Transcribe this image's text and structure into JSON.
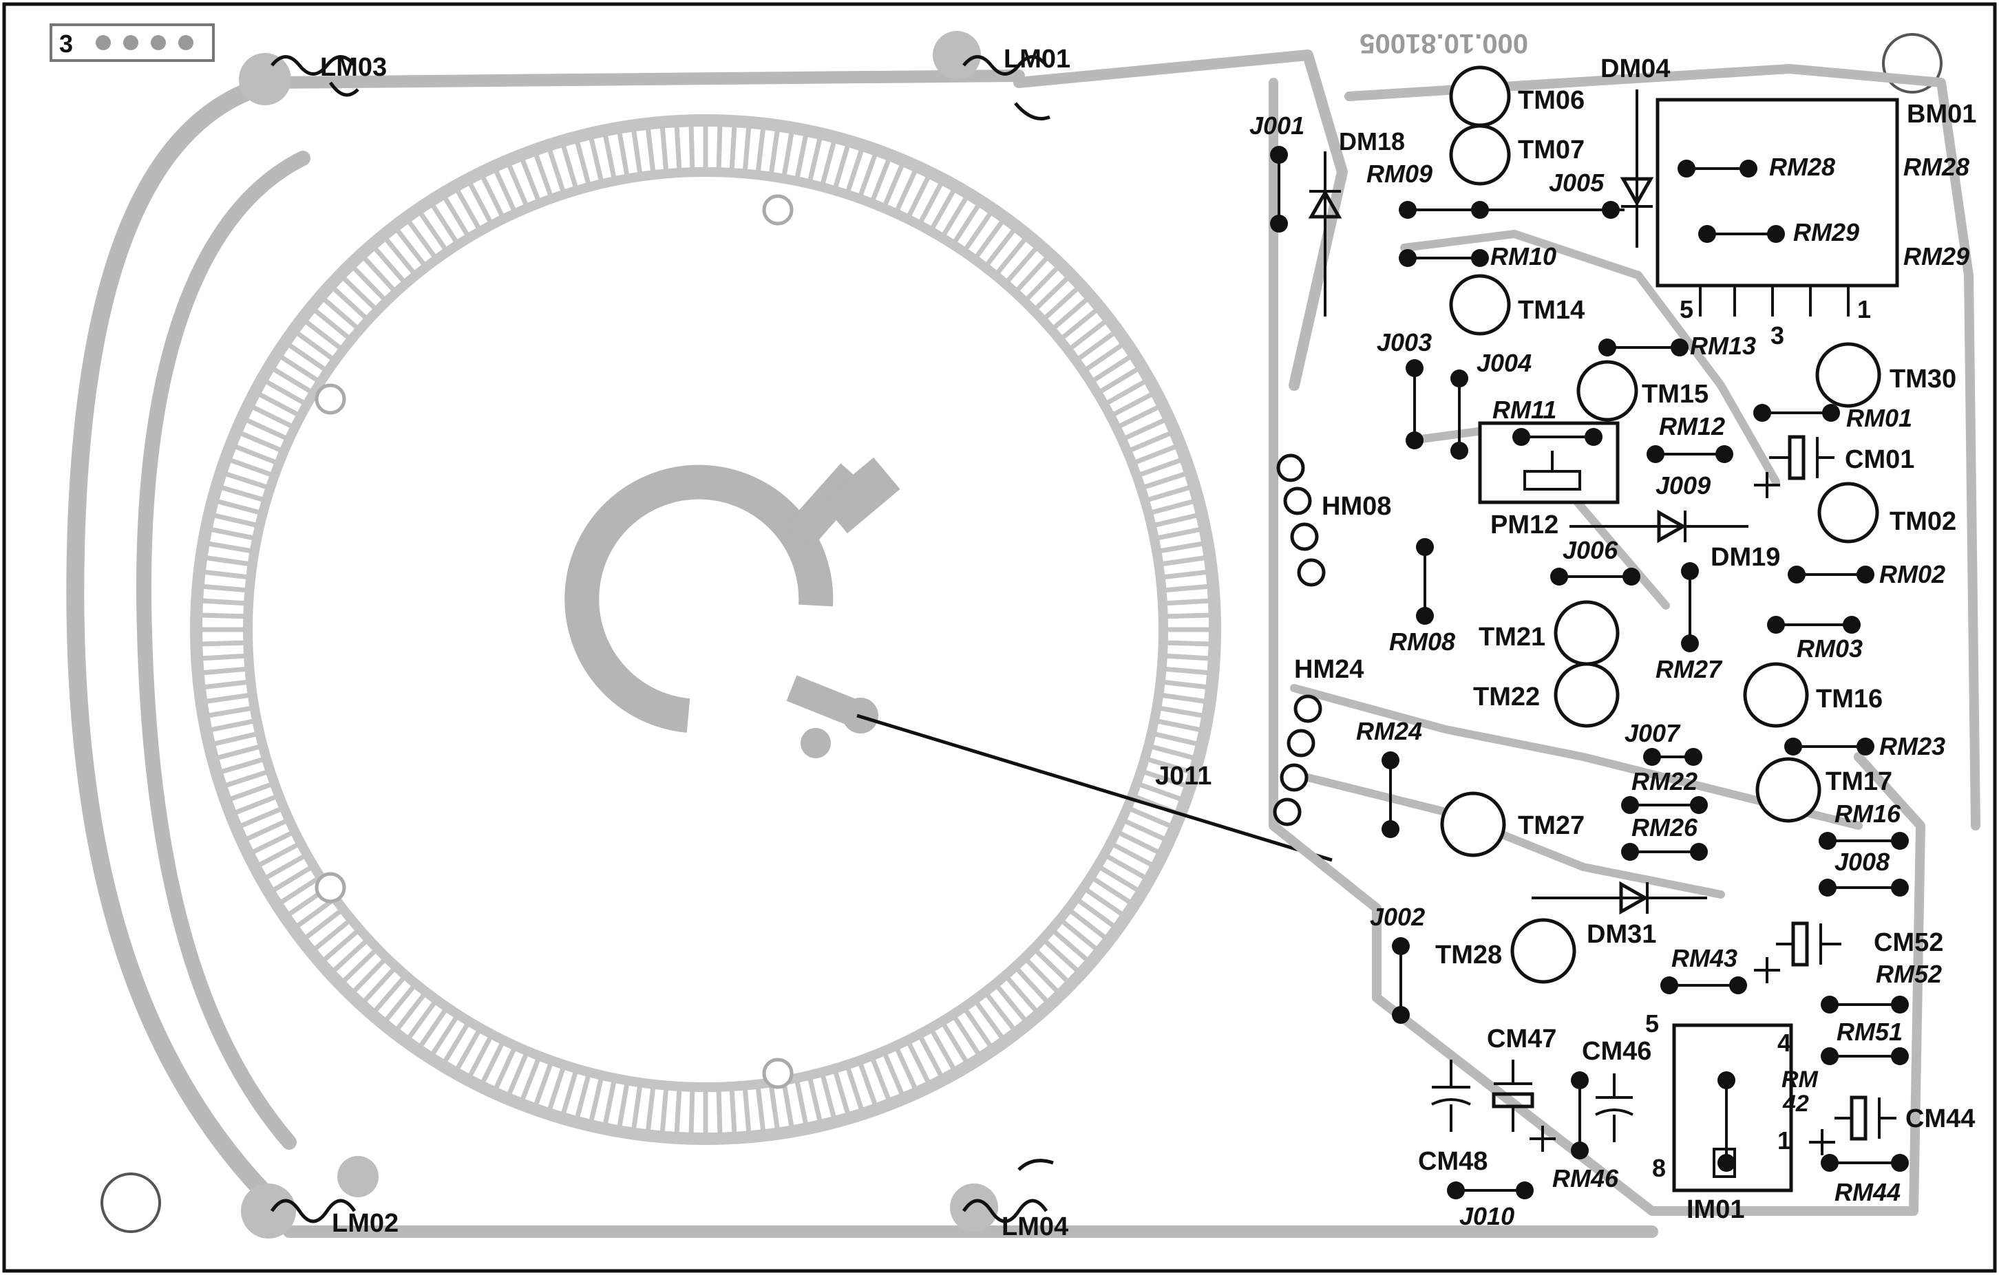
{
  "board": {
    "top_marker": "3",
    "part_number": "000.10.81005"
  },
  "inductors": {
    "lm01": "LM01",
    "lm02": "LM02",
    "lm03": "LM03",
    "lm04": "LM04"
  },
  "transistors": {
    "tm02": "TM02",
    "tm06": "TM06",
    "tm07": "TM07",
    "tm14": "TM14",
    "tm15": "TM15",
    "tm16": "TM16",
    "tm17": "TM17",
    "tm21": "TM21",
    "tm22": "TM22",
    "tm27": "TM27",
    "tm28": "TM28",
    "tm30": "TM30"
  },
  "resistors": {
    "rm01": "RM01",
    "rm02": "RM02",
    "rm03": "RM03",
    "rm08": "RM08",
    "rm09": "RM09",
    "rm10": "RM10",
    "rm11": "RM11",
    "rm12": "RM12",
    "rm13": "RM13",
    "rm16": "RM16",
    "rm22": "RM22",
    "rm23": "RM23",
    "rm24": "RM24",
    "rm26": "RM26",
    "rm27": "RM27",
    "rm28_a": "RM28",
    "rm28_b": "RM28",
    "rm29_a": "RM29",
    "rm29_b": "RM29",
    "rm43": "RM43",
    "rm44": "RM44",
    "rm46": "RM46",
    "rm51": "RM51",
    "rm52": "RM52",
    "rm42_line1": "RM",
    "rm42_line2": "42"
  },
  "jumpers": {
    "j001": "J001",
    "j002": "J002",
    "j003": "J003",
    "j004": "J004",
    "j005": "J005",
    "j006": "J006",
    "j007": "J007",
    "j008": "J008",
    "j009": "J009",
    "j010": "J010",
    "j011": "J011"
  },
  "diodes": {
    "dm04": "DM04",
    "dm18": "DM18",
    "dm19": "DM19",
    "dm31": "DM31"
  },
  "capacitors": {
    "cm01": "CM01",
    "cm44": "CM44",
    "cm46": "CM46",
    "cm47": "CM47",
    "cm48": "CM48",
    "cm52": "CM52"
  },
  "others": {
    "bm01": "BM01",
    "pm12": "PM12",
    "hm08": "HM08",
    "hm24": "HM24",
    "im01": "IM01"
  },
  "pins": {
    "bm01_pin5": "5",
    "bm01_pin3": "3",
    "bm01_pin1": "1",
    "im01_pin5": "5",
    "im01_pin4": "4",
    "im01_pin8": "8",
    "im01_pin1": "1"
  }
}
